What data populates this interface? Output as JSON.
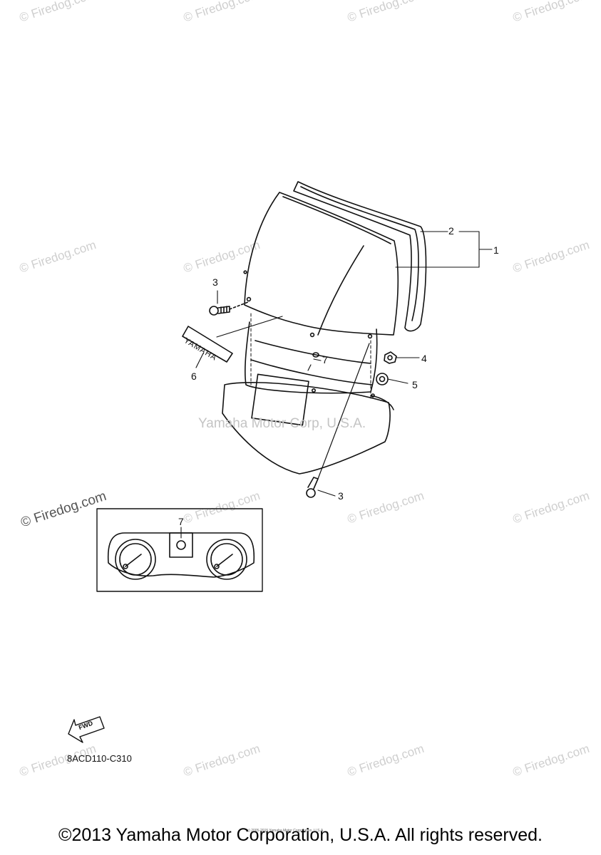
{
  "watermarks": {
    "firedog": "© Firedog.com",
    "corp": "Yamaha Motor Corp, U.S.A."
  },
  "callouts": {
    "c1": "1",
    "c2": "2",
    "c3a": "3",
    "c3b": "3",
    "c4": "4",
    "c5": "5",
    "c6": "6",
    "c7a": "7",
    "c7b": "7"
  },
  "decal_text": "YAMAHA",
  "fwd_label": "FWD",
  "diagram_code": "8ACD110-C310",
  "tiny_copyright": "(c) 2005-2015 Yamaha Motor Corporation, U.S.A.",
  "footer": "©2013 Yamaha Motor Corporation, U.S.A. All rights reserved."
}
